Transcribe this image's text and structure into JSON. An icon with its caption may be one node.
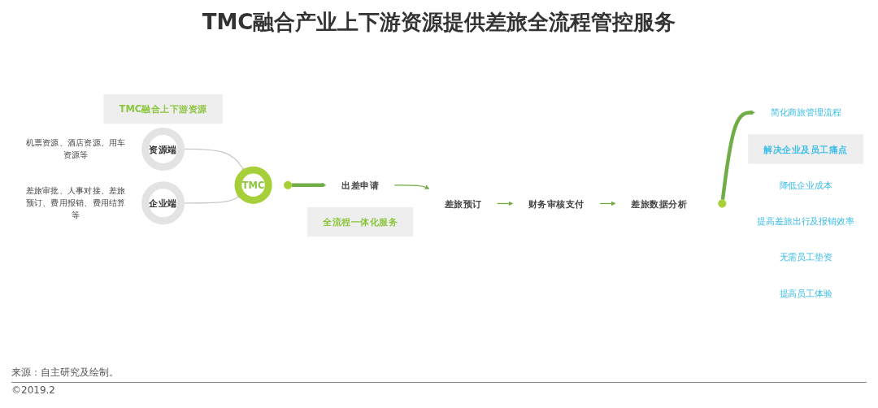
{
  "diagram": {
    "title": "TMC融合产业上下游资源提供差旅全流程管控服务",
    "caption": "来源：自主研究及绘制。",
    "nodes": [
      {
        "text": [
          "TMC融合上下游资源"
        ]
      },
      {
        "text": [
          "资源端"
        ],
        "beside": [
          "机票资源、酒店资源、用车资源等"
        ]
      },
      {
        "text": [
          "TMC"
        ]
      },
      {
        "text": [
          "企业端"
        ],
        "beside": [
          "差旅审批、人事对接、差旅预订、费用报销、费用结算等"
        ]
      },
      {
        "text": [],
        "shape": "circle"
      },
      {
        "text": [
          "全流程一体化服务"
        ]
      },
      {
        "text": [
          "出差申请"
        ]
      },
      {
        "text": [
          "差旅预订"
        ]
      },
      {
        "text": [
          "财务审核支付"
        ]
      },
      {
        "text": [
          "差旅数据分析"
        ]
      },
      {
        "text": [],
        "shape": "circle"
      },
      {
        "text": [
          "解决企业及员工痛点"
        ]
      },
      {
        "text": [
          "降低企业成本"
        ]
      },
      {
        "text": [
          "简化商旅管理流程"
        ]
      },
      {
        "text": [
          "提高差旅出行及报销效率"
        ]
      },
      {
        "text": [
          "无需员工垫资"
        ]
      },
      {
        "text": [
          "提高员工体验"
        ]
      }
    ],
    "edges": [
      {
        "from": 1,
        "to": 2,
        "arrow": "to",
        "color": "#c8c8c8"
      },
      {
        "from": 3,
        "to": 2,
        "arrow": "to",
        "color": "#c8c8c8"
      },
      {
        "from": 4,
        "to": 6,
        "arrow": "to",
        "style": "thick"
      },
      {
        "from": 6,
        "to": 7,
        "arrow": "to"
      },
      {
        "from": 7,
        "to": 8,
        "arrow": "to"
      },
      {
        "from": 8,
        "to": 9,
        "arrow": "to"
      },
      {
        "from": 10,
        "to": 13,
        "arrow": "to",
        "style": "thick"
      }
    ],
    "labels": [
      "©2019.2"
    ]
  }
}
